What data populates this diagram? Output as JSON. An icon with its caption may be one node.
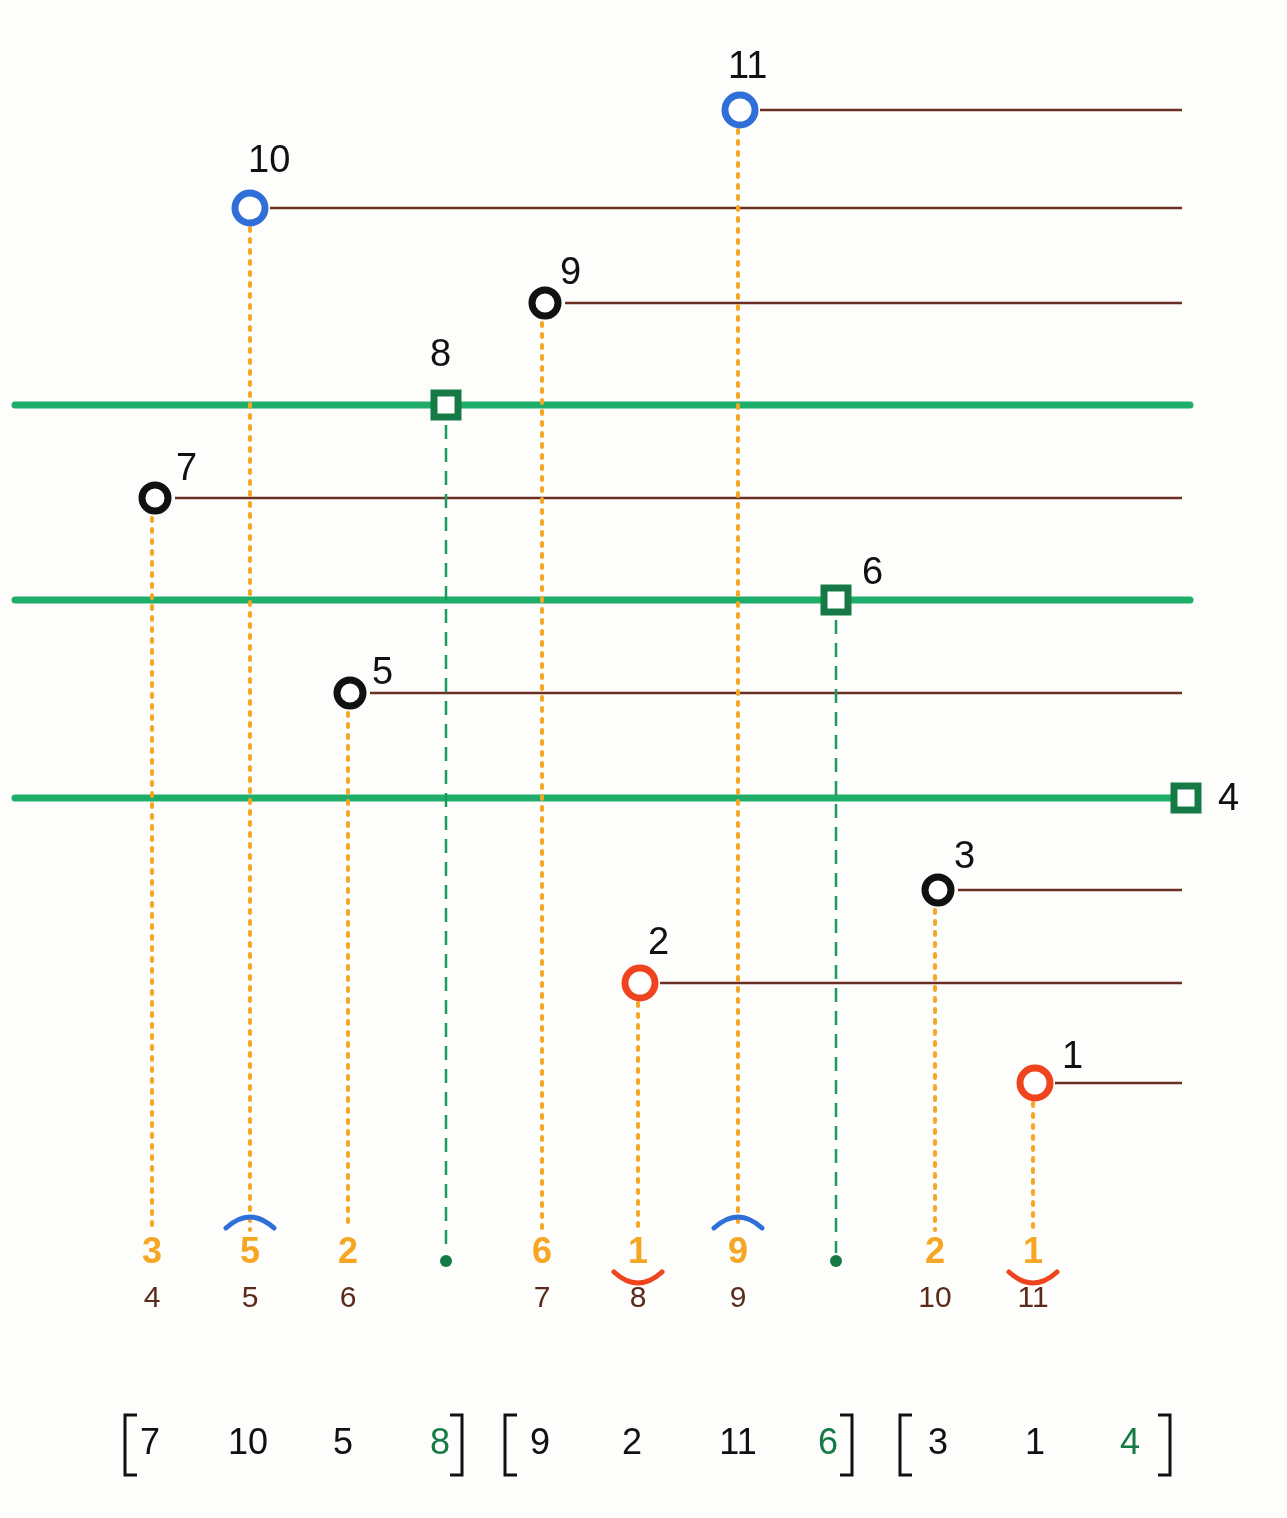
{
  "diagram": {
    "nodes": [
      {
        "text": [],
        "shape": "circle",
        "beside": [
          "11"
        ]
      },
      {
        "text": [],
        "shape": "circle",
        "beside": [
          "10"
        ]
      },
      {
        "text": [],
        "shape": "circle",
        "beside": [
          "9"
        ]
      },
      {
        "text": [],
        "shape": "box",
        "beside": [
          "8"
        ]
      },
      {
        "text": [],
        "shape": "circle",
        "beside": [
          "7"
        ]
      },
      {
        "text": [],
        "shape": "box",
        "beside": [
          "6"
        ]
      },
      {
        "text": [],
        "shape": "circle",
        "beside": [
          "5"
        ]
      },
      {
        "text": [],
        "shape": "box",
        "beside": [
          "4"
        ]
      },
      {
        "text": [],
        "shape": "circle",
        "beside": [
          "3"
        ]
      },
      {
        "text": [],
        "shape": "circle",
        "beside": [
          "2"
        ]
      },
      {
        "text": [],
        "shape": "circle",
        "beside": [
          "1"
        ]
      },
      {
        "text": [
          "3"
        ]
      },
      {
        "text": [
          "5"
        ]
      },
      {
        "text": [
          "2"
        ]
      },
      {
        "text": [],
        "shape": "circle"
      },
      {
        "text": [
          "6"
        ]
      },
      {
        "text": [
          "1"
        ]
      },
      {
        "text": [
          "9"
        ]
      },
      {
        "text": [],
        "shape": "circle"
      },
      {
        "text": [
          "2"
        ]
      },
      {
        "text": [
          "1"
        ]
      }
    ],
    "edges": [
      {
        "from": 4,
        "to": 11,
        "arrow": "none"
      },
      {
        "from": 1,
        "to": 12,
        "arrow": "none"
      },
      {
        "from": 6,
        "to": 13,
        "arrow": "none"
      },
      {
        "from": 3,
        "to": 14,
        "arrow": "none",
        "style": "dashed",
        "color": "#1a9a5c"
      },
      {
        "from": 2,
        "to": 15,
        "arrow": "none"
      },
      {
        "from": 9,
        "to": 16,
        "arrow": "none"
      },
      {
        "from": 0,
        "to": 17,
        "arrow": "none"
      },
      {
        "from": 5,
        "to": 18,
        "arrow": "none",
        "style": "dashed",
        "color": "#1a9a5c"
      },
      {
        "from": 8,
        "to": 19,
        "arrow": "none"
      },
      {
        "from": 10,
        "to": 20,
        "arrow": "none"
      }
    ],
    "labels": [
      "4",
      "5",
      "6",
      "7",
      "8",
      "9",
      "10",
      "11",
      "7",
      "10",
      "5",
      "8",
      "9",
      "2",
      "11",
      "6",
      "3",
      "1",
      "4"
    ]
  }
}
